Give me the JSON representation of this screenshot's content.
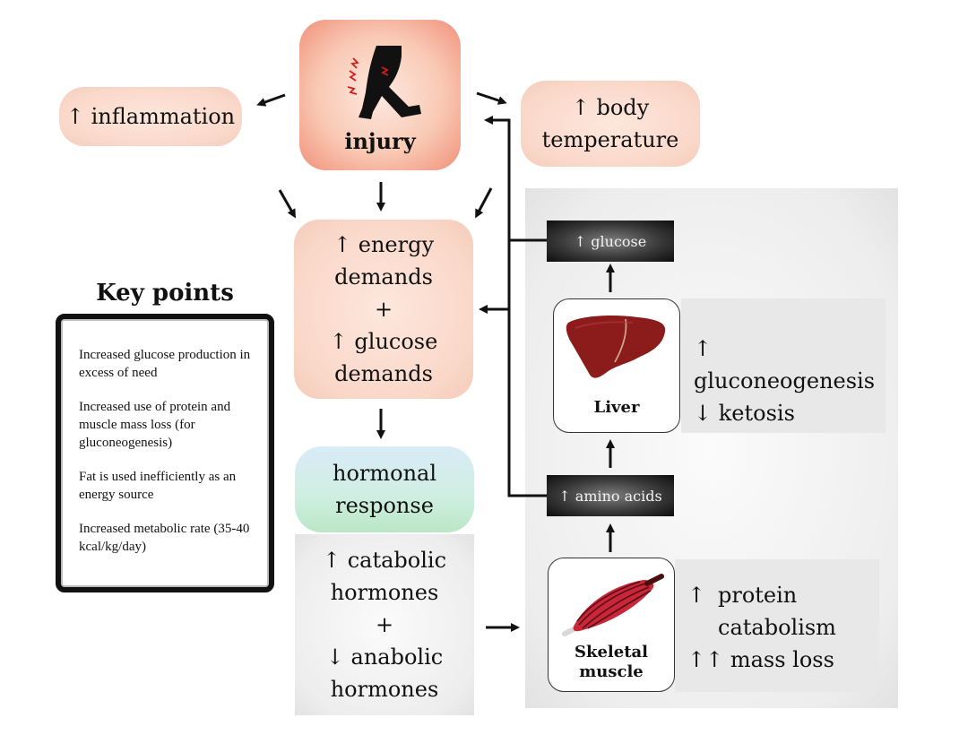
{
  "injury": {
    "label": "injury"
  },
  "inflammation": {
    "label": "↑ inflammation"
  },
  "body_temperature": {
    "line1": "↑ body",
    "line2": "temperature"
  },
  "energy": {
    "line1": "↑ energy",
    "line2": "demands",
    "line3": "+",
    "line4": "↑ glucose",
    "line5": "demands"
  },
  "hormonal": {
    "line1": "hormonal",
    "line2": "response"
  },
  "hormones": {
    "line1": "↑ catabolic",
    "line2": "hormones",
    "line3": "+",
    "line4": "↓ anabolic",
    "line5": "hormones"
  },
  "key_points": {
    "title": "Key points",
    "items": [
      "Increased glucose production in excess of need",
      "Increased use of protein and muscle mass loss (for gluconeogenesis)",
      "Fat is used inefficiently as an energy source",
      "Increased metabolic rate (35-40 kcal/kg/day)"
    ]
  },
  "glucose_box": {
    "label": "↑ glucose"
  },
  "amino_box": {
    "label": "↑ amino acids"
  },
  "liver": {
    "label": "Liver",
    "effect1": "↑ gluconeogenesis",
    "effect2": "↓ ketosis"
  },
  "muscle": {
    "label_line1": "Skeletal",
    "label_line2": "muscle",
    "effect1_arrow": "↑",
    "effect1_a": "protein",
    "effect1_b": "catabolism",
    "effect2": "↑↑ mass loss"
  },
  "colors": {
    "peach": "#fad8c9",
    "injury_accent": "#f08f74",
    "hormonal_top": "#d6ecf7",
    "hormonal_bottom": "#bfe8c8",
    "liver": "#8c1b1b",
    "muscle": "#c8273a"
  }
}
